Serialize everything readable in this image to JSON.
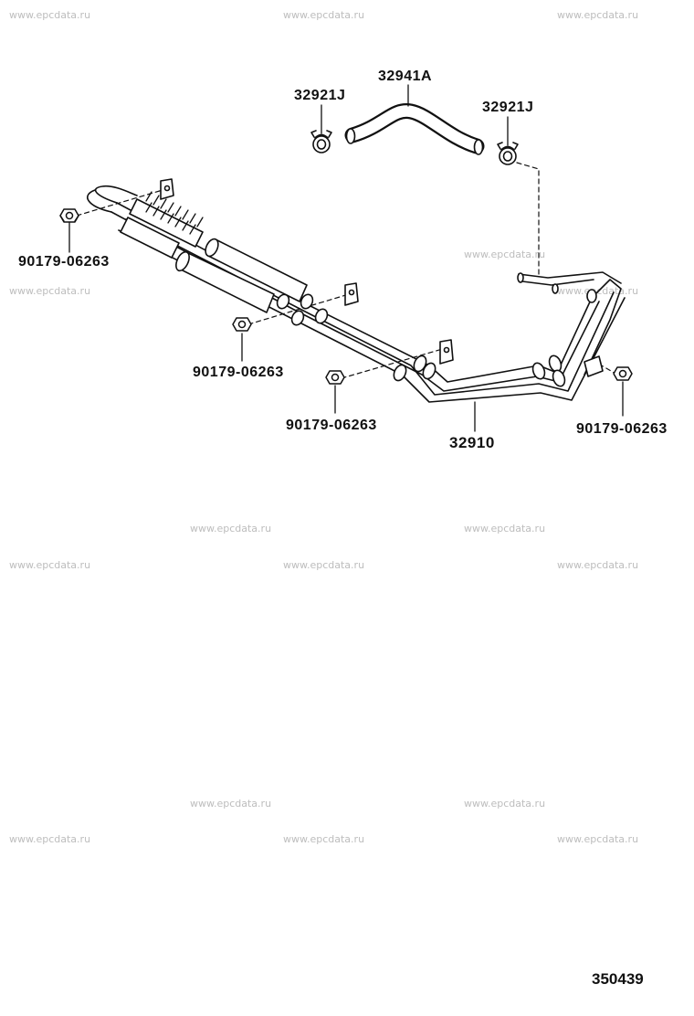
{
  "watermark": "www.epcdata.ru",
  "part_labels": {
    "hose": "32941A",
    "clamp_left": "32921J",
    "clamp_right": "32921J",
    "nut_1": "90179-06263",
    "nut_2": "90179-06263",
    "nut_3": "90179-06263",
    "nut_4": "90179-06263",
    "cooler_tube": "32910"
  },
  "illustration_number": "350439"
}
